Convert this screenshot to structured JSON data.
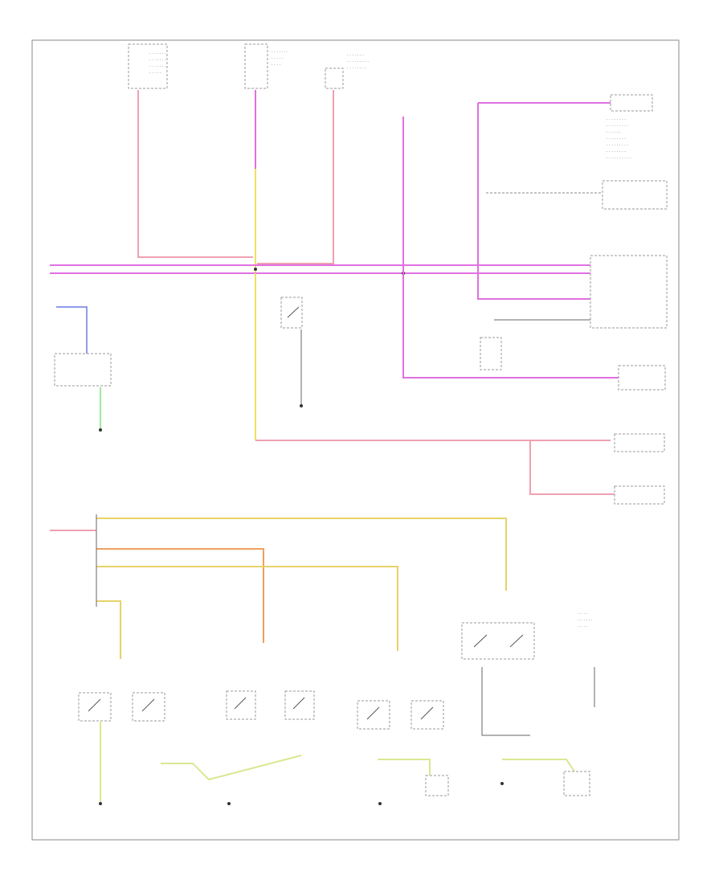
{
  "page_code": "",
  "colors": {
    "pink": "#f0a0b0",
    "magenta": "#e070e0",
    "yellow": "#f0e060",
    "orange": "#f0a060",
    "blue": "#6a7ae0",
    "green": "#80e080",
    "lime": "#d8e890",
    "frame": "#8a8a8a"
  },
  "icons": [
    "ground-symbol",
    "switch-symbol",
    "splice-dot"
  ]
}
